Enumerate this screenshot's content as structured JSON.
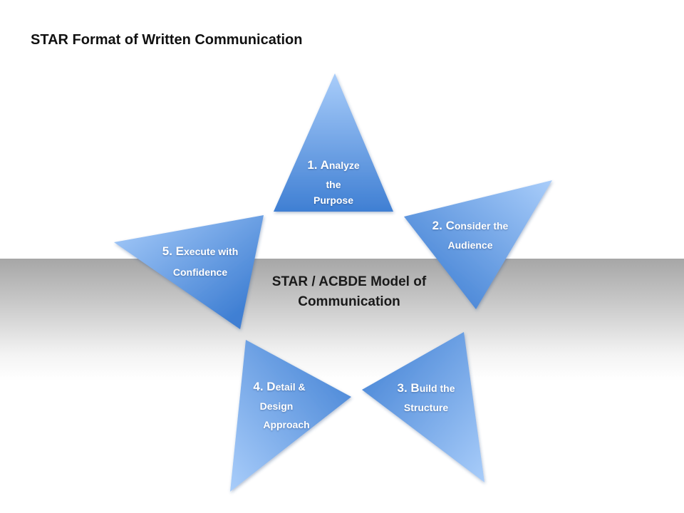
{
  "title": "STAR Format of Written Communication",
  "center": {
    "line1": "STAR / ACBDE Model of",
    "line2": "Communication"
  },
  "colors": {
    "triangle_dark": "#3f7fd3",
    "triangle_light": "#a9cdfa",
    "floor_gray": "#a6a6a6"
  },
  "steps": [
    {
      "num": "1. A",
      "lines": [
        "nalyze",
        "the",
        "Purpose"
      ]
    },
    {
      "num": "2. C",
      "lines": [
        "onsider the",
        "Audience"
      ]
    },
    {
      "num": "3. B",
      "lines": [
        "uild the",
        "Structure"
      ]
    },
    {
      "num": "4. D",
      "lines": [
        "etail &",
        "Design",
        "Approach"
      ]
    },
    {
      "num": "5. E",
      "lines": [
        "xecute with",
        "Confidence"
      ]
    }
  ]
}
